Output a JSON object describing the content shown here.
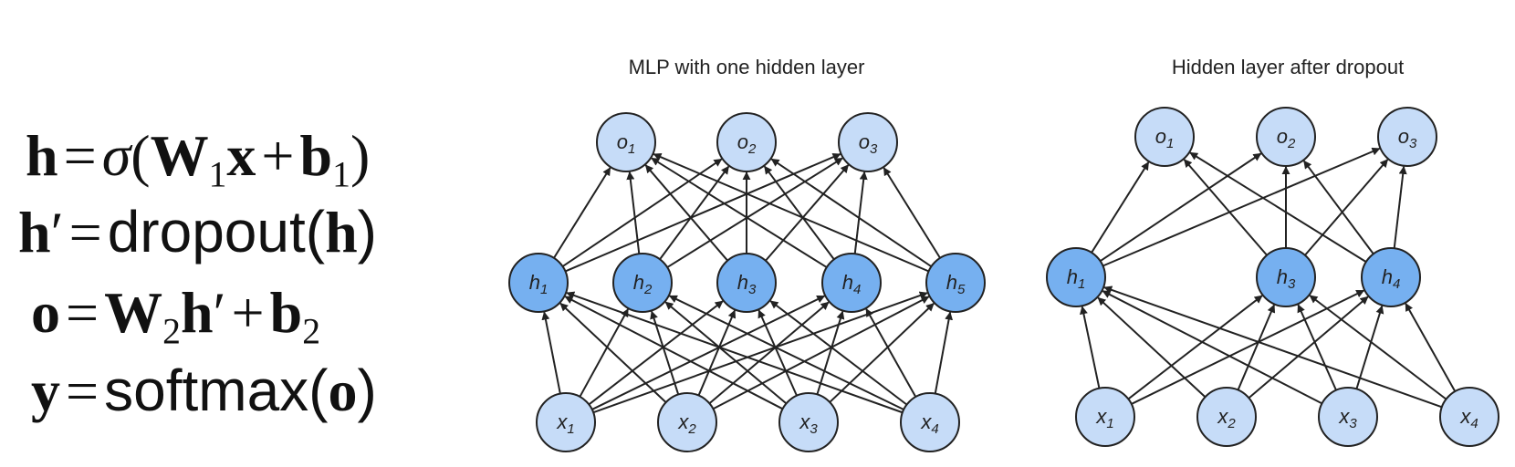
{
  "equations": {
    "eq1": {
      "lhs": "h",
      "equals": "=",
      "sigma": "σ",
      "open": "(",
      "w": "W",
      "w_sub": "1",
      "x": "x",
      "plus": "+",
      "b": "b",
      "b_sub": "1",
      "close": ")"
    },
    "eq2": {
      "lhs": "h",
      "prime": "′",
      "equals": "=",
      "func": "dropout(",
      "arg": "h",
      "close": ")"
    },
    "eq3": {
      "lhs": "o",
      "equals": "=",
      "w": "W",
      "w_sub": "2",
      "h": "h",
      "prime": "′",
      "plus": "+",
      "b": "b",
      "b_sub": "2"
    },
    "eq4": {
      "lhs": "y",
      "equals": "=",
      "func": "softmax(",
      "arg": "o",
      "close": ")"
    }
  },
  "diagrams": [
    {
      "title": "MLP with one hidden layer",
      "outputs": [
        {
          "base": "o",
          "sub": "1"
        },
        {
          "base": "o",
          "sub": "2"
        },
        {
          "base": "o",
          "sub": "3"
        }
      ],
      "hidden": [
        {
          "base": "h",
          "sub": "1"
        },
        {
          "base": "h",
          "sub": "2"
        },
        {
          "base": "h",
          "sub": "3"
        },
        {
          "base": "h",
          "sub": "4"
        },
        {
          "base": "h",
          "sub": "5"
        }
      ],
      "inputs": [
        {
          "base": "x",
          "sub": "1"
        },
        {
          "base": "x",
          "sub": "2"
        },
        {
          "base": "x",
          "sub": "3"
        },
        {
          "base": "x",
          "sub": "4"
        }
      ]
    },
    {
      "title": "Hidden layer after dropout",
      "outputs": [
        {
          "base": "o",
          "sub": "1"
        },
        {
          "base": "o",
          "sub": "2"
        },
        {
          "base": "o",
          "sub": "3"
        }
      ],
      "hidden": [
        {
          "base": "h",
          "sub": "1"
        },
        {
          "base": "h",
          "sub": "3"
        },
        {
          "base": "h",
          "sub": "4"
        }
      ],
      "inputs": [
        {
          "base": "x",
          "sub": "1"
        },
        {
          "base": "x",
          "sub": "2"
        },
        {
          "base": "x",
          "sub": "3"
        },
        {
          "base": "x",
          "sub": "4"
        }
      ]
    }
  ],
  "colors": {
    "input_output_fill": "#c6dcf8",
    "hidden_fill": "#76b0f0",
    "stroke": "#222222"
  }
}
